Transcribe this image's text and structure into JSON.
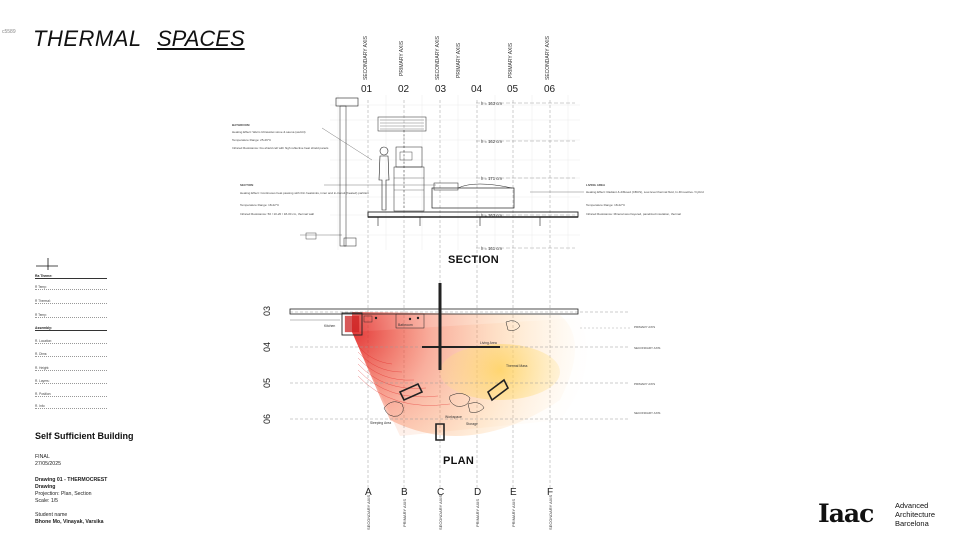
{
  "header": {
    "page_id": "c5589",
    "title_word1": "THERMAL",
    "title_word2": "SPACES"
  },
  "axes_top": {
    "labels": [
      "SECONDARY AXIS",
      "PRIMARY AXIS",
      "SECONDARY AXIS",
      "PRIMARY AXIS",
      "PRIMARY AXIS",
      "SECONDARY AXIS"
    ],
    "numbers": [
      "01",
      "02",
      "03",
      "04",
      "05",
      "06"
    ]
  },
  "axes_bottom": {
    "letters": [
      "A",
      "B",
      "C",
      "D",
      "E",
      "F"
    ],
    "labels": [
      "SECONDARY AXIS",
      "PRIMARY AXIS",
      "SECONDARY AXIS",
      "PRIMARY AXIS",
      "PRIMARY AXIS",
      "SECONDARY AXIS"
    ]
  },
  "plan_rows": [
    "03",
    "04",
    "05",
    "06"
  ],
  "section_levels": [
    "h = 163 cm",
    "h = 162 cm",
    "h = 171 cm",
    "h = 163 cm",
    "h = 161 cm"
  ],
  "views": {
    "section": "SECTION",
    "plan": "PLAN"
  },
  "section_notes": {
    "left_top": {
      "title": "BATHROOM",
      "lines": [
        "Heating Effect: Warm Ultraviolet stove & sauna (well-lit)",
        "Temperature Range: 25-29°C",
        "Infrared Resistance: bio-shield cell with high reflective heat shield panels"
      ]
    },
    "left_mid": {
      "title": "SECTION",
      "lines": [
        "Heating Effect: Continuous heat passing with thin heatsinks, inner and in-transit (heated) partition",
        "Temperature Range: 18-22°C",
        "Infrared Resistance: 50 / 10-20 / 18-30 cm, thermal wall"
      ]
    },
    "right": {
      "title": "LIVING AREA",
      "lines": [
        "Heating Effect: Radiant & diffused (CBUS), Low-level thermal fluid, In-fill reactive / hybrid",
        "Temperature Range: 18-22°C",
        "Infrared Resistance: Mineral wool layered, panelized insulation, thermal"
      ]
    }
  },
  "plan_labels": {
    "kitchen": "Kitchen",
    "living": "Living Area",
    "thermal": "Thermal Mass",
    "bathroom": "Bathroom",
    "sleeping": "Sleeping Area",
    "workspace": "Workspace",
    "storage": "Storage",
    "right_axes": [
      "PRIMARY AXIS",
      "SECONDARY AXIS",
      "PRIMARY AXIS",
      "SECONDARY AXIS"
    ]
  },
  "legend": {
    "rows": [
      "Ra Theme:",
      "R Temp:",
      "R Thermal:",
      "R Temp:",
      "Assembly:",
      "R. Location:",
      "R. Dims:",
      "R. Height:",
      "R. Layers:",
      "R. Position:",
      "R. Info:"
    ]
  },
  "info": {
    "project_title": "Self Sufficient Building",
    "status": "FINAL",
    "date": "27/05/2025",
    "drawing_title": "Drawing 01 - THERMOCREST",
    "drawing_label": "Drawing",
    "projection": "Projection: Plan, Section",
    "scale": "Scale: 1/5",
    "student_label": "Student name",
    "students": "Bhone Mo, Vinayak, Varsika"
  },
  "logo": {
    "mark": "Iaac",
    "line1": "Advanced",
    "line2": "Architecture",
    "line3": "Barcelona"
  },
  "colors": {
    "heat_inner": "#e02020",
    "heat_outer": "#ffb86b",
    "grid": "#bbbbbb",
    "ink": "#111111"
  }
}
